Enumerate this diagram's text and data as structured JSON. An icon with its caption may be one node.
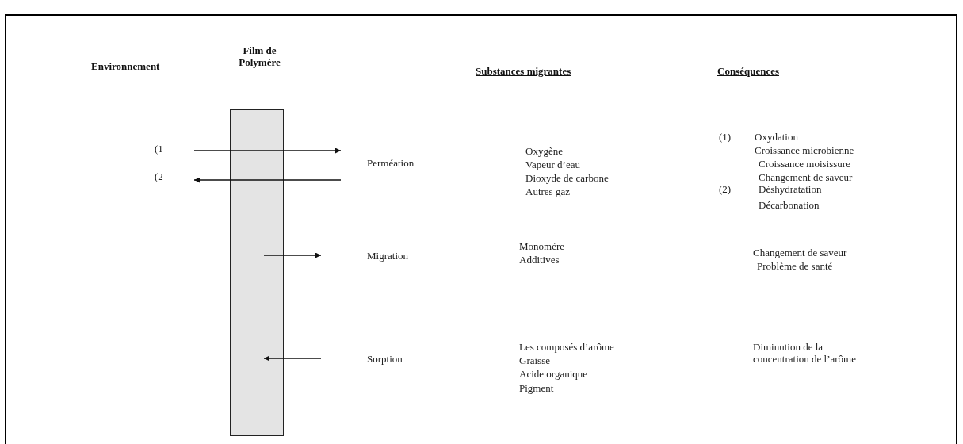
{
  "diagram": {
    "nodes": [
      {
        "text": [],
        "shape": "bar"
      }
    ],
    "labels": [
      "Environnement",
      "Film de Polymère",
      "Substances migrantes",
      "Conséquences",
      "(1",
      "(2",
      "Perméation",
      "Oxygène",
      "Vapeur d’eau",
      "Dioxyde de carbone",
      "Autres gaz",
      "(1)",
      "Oxydation",
      "Croissance microbienne",
      "Croissance moisissure",
      "Changement de saveur",
      "(2)",
      "Déshydratation",
      "Décarbonation",
      "Migration",
      "Monomère",
      "Additives",
      "Changement de saveur",
      "Problème de santé",
      "Sorption",
      "Les composés d’arôme",
      "Graisse",
      "Acide organique",
      "Pigment",
      "Diminution de la concentration de l’arôme"
    ]
  }
}
